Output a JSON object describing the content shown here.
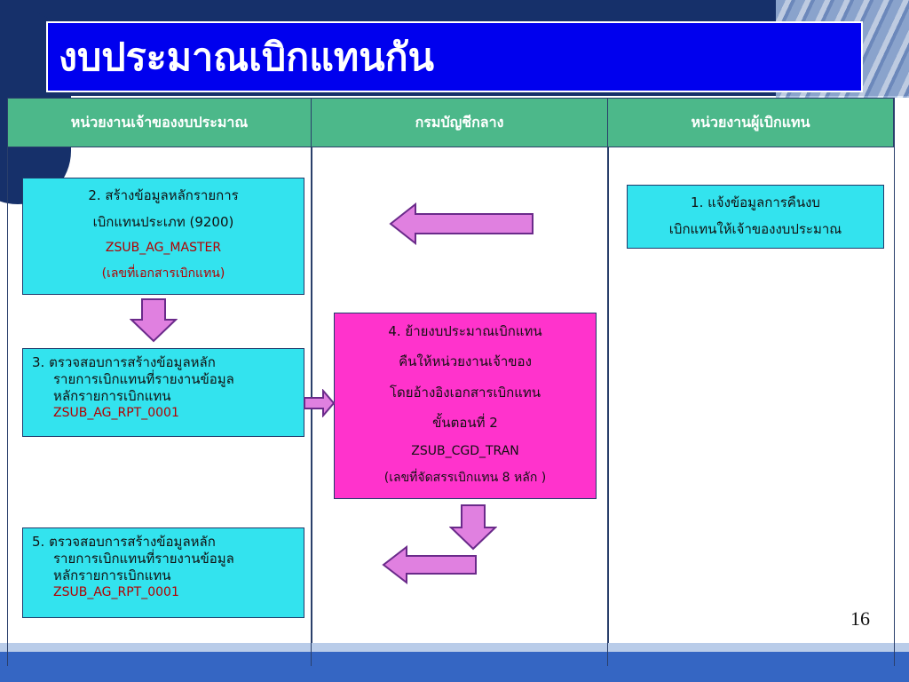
{
  "title": "งบประมาณเบิกแทนกัน",
  "columns": [
    {
      "label": "หน่วยงานเจ้าของงบประมาณ"
    },
    {
      "label": "กรมบัญชีกลาง"
    },
    {
      "label": "หน่วยงานผู้เบิกแทน"
    }
  ],
  "steps": {
    "step1": {
      "line1": "1.    แจ้งข้อมูลการคืนงบ",
      "line2": "เบิกแทนให้เจ้าของงบประมาณ"
    },
    "step2": {
      "line1": "2. สร้างข้อมูลหลักรายการ",
      "line2": "เบิกแทนประเภท (9200)",
      "code": "ZSUB_AG_MASTER",
      "note": "(เลขที่เอกสารเบิกแทน)"
    },
    "step3": {
      "line1": "3. ตรวจสอบการสร้างข้อมูลหลัก",
      "line2": "รายการเบิกแทนที่รายงานข้อมูล",
      "line3": "หลักรายการเบิกแทน",
      "code": "ZSUB_AG_RPT_0001"
    },
    "step4": {
      "line1": "4. ย้ายงบประมาณเบิกแทน",
      "line2": "คืนให้หน่วยงานเจ้าของ",
      "line3": "โดยอ้างอิงเอกสารเบิกแทน",
      "line4": "ขั้นตอนที่ 2",
      "code": "ZSUB_CGD_TRAN",
      "note": "(เลขที่จัดสรรเบิกแทน 8 หลัก )"
    },
    "step5": {
      "line1": "5. ตรวจสอบการสร้างข้อมูลหลัก",
      "line2": "รายการเบิกแทนที่รายงานข้อมูล",
      "line3": "หลักรายการเบิกแทน",
      "code": "ZSUB_AG_RPT_0001"
    }
  },
  "page_number": "16",
  "colors": {
    "title_bg": "#0000ee",
    "header_bg": "#4cb88a",
    "cyan_box": "#33e3ee",
    "pink_box": "#ff33cc",
    "arrow_fill": "#e080e0",
    "code_text": "#b30000"
  }
}
